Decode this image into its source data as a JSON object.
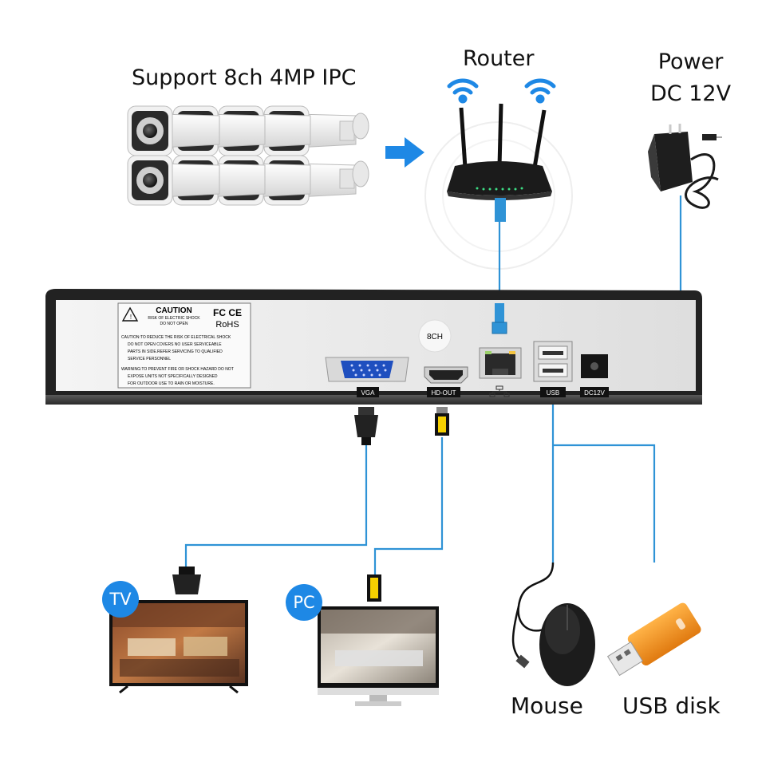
{
  "title": "Support 8ch 4MP IPC",
  "router": {
    "label": "Router"
  },
  "power": {
    "line1": "Power",
    "line2": "DC 12V"
  },
  "nvr": {
    "caution_title": "CAUTION",
    "caution_sub1": "RISK OF ELECTRIC SHOCK",
    "caution_sub2": "DO NOT OPEN",
    "cert1": "FC CE",
    "cert2": "RoHS",
    "warning_lines": [
      "CAUTION:TO REDUCE THE RISK OF ELECTRICAL SHOCK",
      "DO NOT OPEN COVERS NO USER SERVICEABLE",
      "PARTS IN SIDE.REFER SERVICING TO QUALIFIED",
      "SERVICE PERSONNEL",
      "WARNING:TO PREVENT FIRE OR SHOCK HAZARD DO NOT",
      "EXPOSE UNITS NOT SPECIFICALLY DESIGNED",
      "FOR OUTDOOR USE TO RAIN OR MOISTURE."
    ],
    "channel_sticker": "8CH",
    "ports": {
      "vga": "VGA",
      "hdmi": "HD-OUT",
      "usb": "USB",
      "dc": "DC12V"
    }
  },
  "devices": {
    "tv": "TV",
    "pc": "PC",
    "mouse": "Mouse",
    "usb_disk": "USB disk"
  },
  "colors": {
    "cable": "#2f93d6",
    "badge": "#1e88e5",
    "arrow": "#1e88e5",
    "usb_disk": "#f7941d",
    "hdmi_plug": "#f5d000"
  },
  "camera_count": 8
}
